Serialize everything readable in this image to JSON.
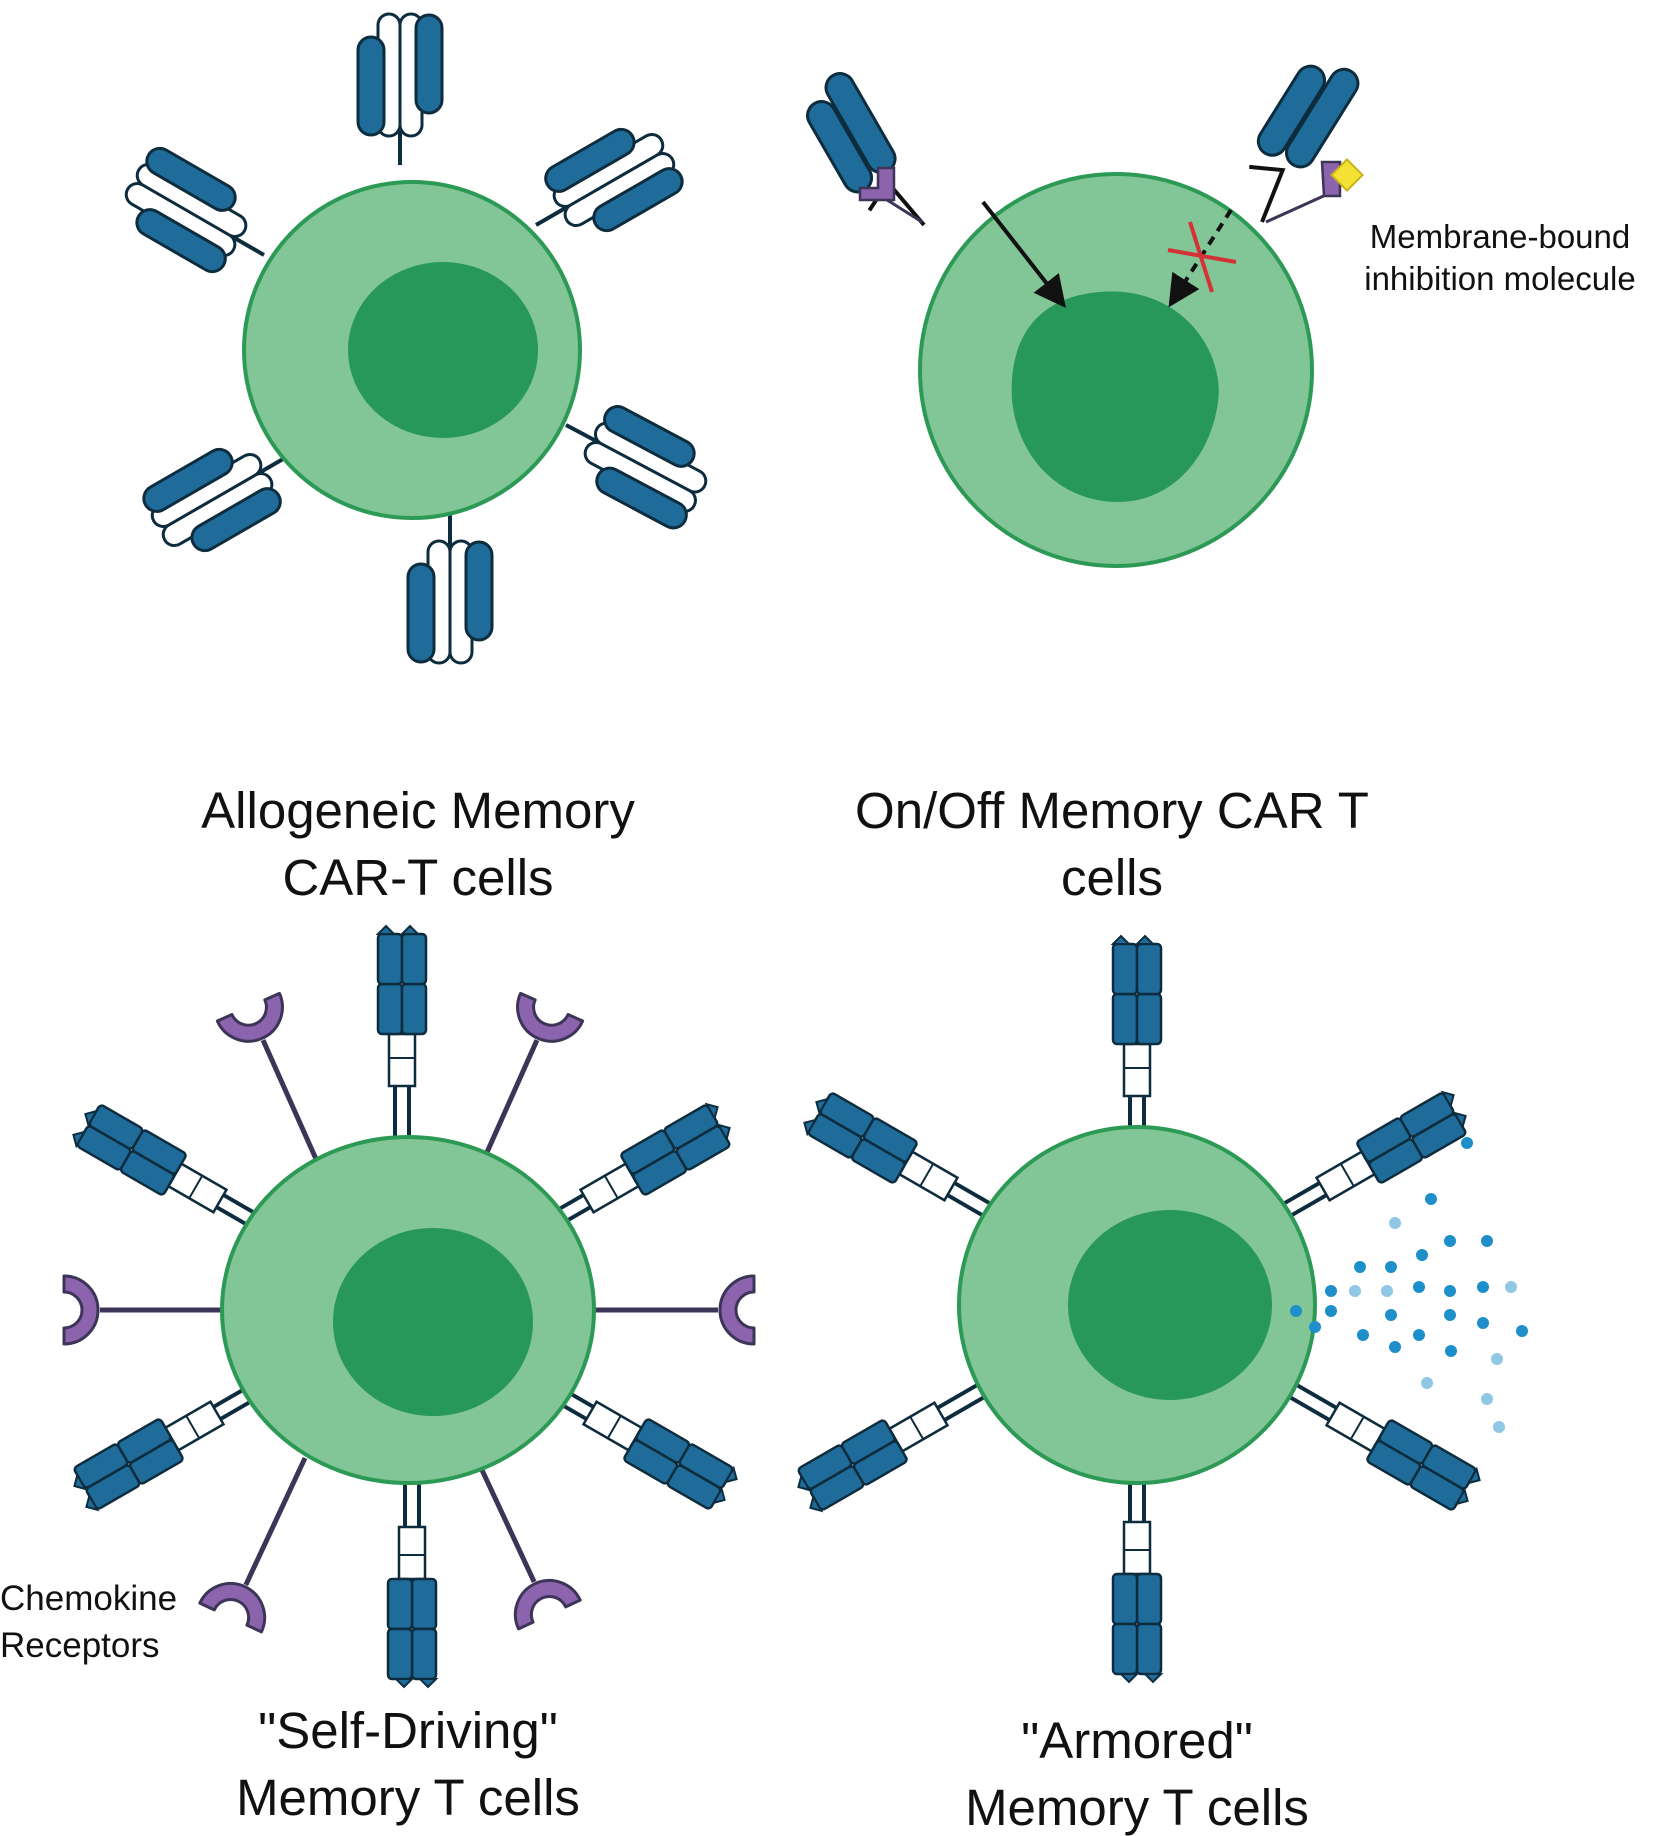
{
  "colors": {
    "membrane": "#82c596",
    "membrane_edge": "#2c9a54",
    "nucleus": "#27985a",
    "car_blue": "#1f6c9a",
    "outline": "#0d2c3e",
    "receptor_purple": "#8c63ad",
    "stalk_dark": "#3d3557",
    "inhibitor_yellow": "#f3e234",
    "block_red": "#d53237",
    "arrow_black": "#111111",
    "cytokine_dark": "#1f8fcc",
    "cytokine_light": "#8fc7e4"
  },
  "panels": {
    "allogeneic": {
      "title_line1": "Allogeneic Memory",
      "title_line2": "CAR-T cells",
      "icon": "y-shaped-antibody-car-icon"
    },
    "on_off": {
      "title_line1": "On/Off Memory CAR T",
      "title_line2": "cells",
      "annotation_line1": "Membrane-bound",
      "annotation_line2": "inhibition molecule",
      "icons": [
        "activation-arrow-icon",
        "blocked-arrow-icon",
        "red-x-icon",
        "inhibition-molecule-icon"
      ]
    },
    "self_driving": {
      "title_line1": "\"Self-Driving\"",
      "title_line2": "Memory T cells",
      "annotation_line1": "Chemokine",
      "annotation_line2": "Receptors",
      "icons": [
        "chemokine-receptor-icon",
        "car-receptor-icon"
      ]
    },
    "armored": {
      "title_line1": "\"Armored\"",
      "title_line2": "Memory T cells",
      "icons": [
        "car-receptor-icon",
        "secreted-cytokine-dot-icon"
      ]
    }
  }
}
